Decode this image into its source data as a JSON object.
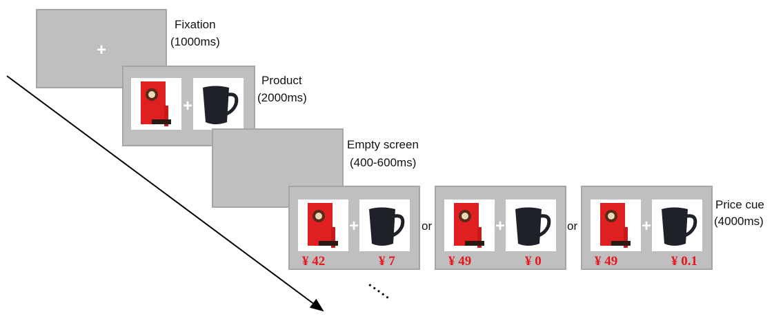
{
  "stages": [
    {
      "name": "Fixation",
      "duration": "(1000ms)"
    },
    {
      "name": "Product",
      "duration": "(2000ms)"
    },
    {
      "name": "Empty screen",
      "duration": "(400-600ms)"
    },
    {
      "name": "Price cue",
      "duration": "(4000ms)"
    }
  ],
  "fixation_symbol": "+",
  "plus": "+",
  "or": "or",
  "ellipsis": "·····",
  "price_cues": [
    {
      "coffee": "¥ 42",
      "mug": "¥ 7"
    },
    {
      "coffee": "¥ 49",
      "mug": "¥ 0"
    },
    {
      "coffee": "¥ 49",
      "mug": "¥ 0.1"
    }
  ],
  "colors": {
    "screen": "#bfbfbf",
    "price": "#e8141b"
  }
}
